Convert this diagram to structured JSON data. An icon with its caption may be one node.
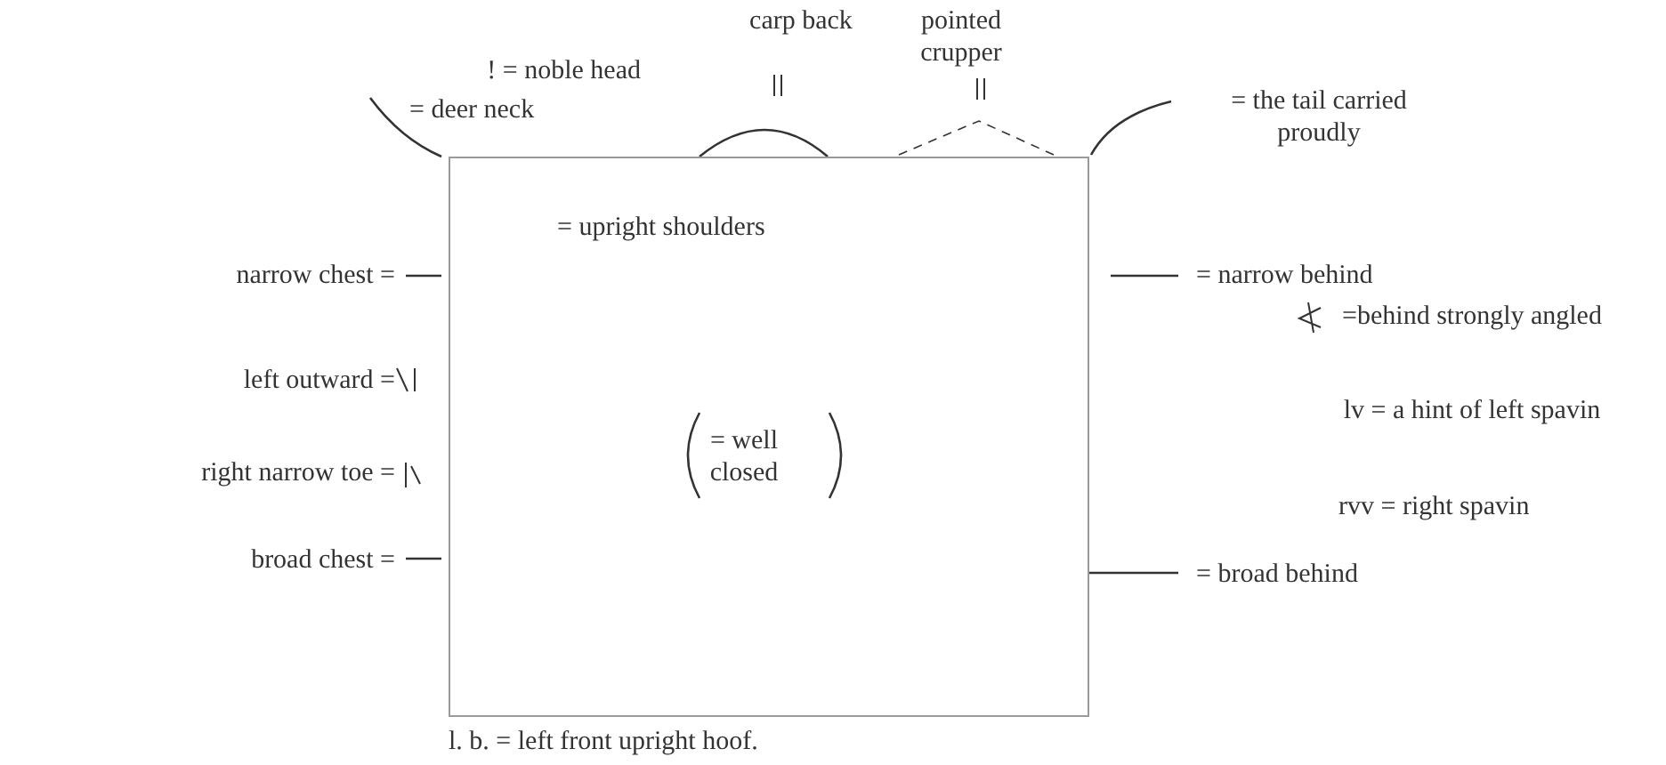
{
  "diagram": {
    "nodes": [
      {
        "text": [
          "= upright shoulders",
          "= well closed"
        ]
      }
    ],
    "labels": [
      "carp back",
      "pointed crupper",
      "! = noble head",
      "= deer neck",
      "= the tail carried proudly",
      "narrow chest =",
      "= narrow behind",
      "=behind strongly angled",
      "left outward =",
      "lv = a hint of left spavin",
      "right narrow toe =",
      "rvv = right spavin",
      "broad chest =",
      "= broad behind",
      "l. b. = left front upright hoof."
    ]
  }
}
